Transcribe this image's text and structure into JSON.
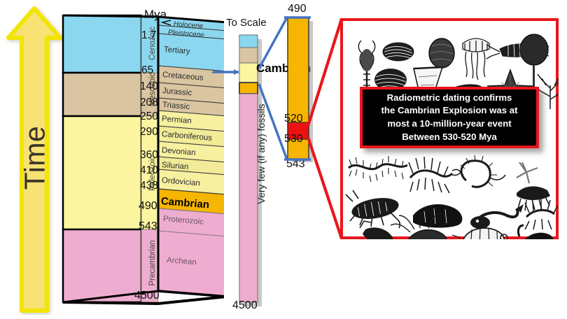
{
  "time_axis": {
    "label": "Time",
    "arrow_color": "#F5E36B",
    "direction": "upward"
  },
  "mya_header": "Mya",
  "main_column": {
    "eras": [
      {
        "name": "Cenozoic",
        "color": "#8BD7F0",
        "top_mya": 0,
        "base_mya": 65
      },
      {
        "name": "Mesozoic",
        "color": "#DAC5A2",
        "top_mya": 65,
        "base_mya": 250
      },
      {
        "name": "Paleozoic",
        "color": "#FBF5A0",
        "top_mya": 250,
        "base_mya": 543
      },
      {
        "name": "Precambrian",
        "color": "#EEADD0",
        "top_mya": 543,
        "base_mya": 4500
      }
    ],
    "periods": [
      {
        "name": "Holocene",
        "style": "italic-small"
      },
      {
        "name": "Pleistocene",
        "style": "italic-small"
      },
      {
        "name": "Tertiary",
        "style": "normal"
      },
      {
        "name": "Cretaceous",
        "style": "normal"
      },
      {
        "name": "Jurassic",
        "style": "normal"
      },
      {
        "name": "Triassic",
        "style": "normal"
      },
      {
        "name": "Permian",
        "style": "normal"
      },
      {
        "name": "Carboniferous",
        "style": "normal"
      },
      {
        "name": "Devonian",
        "style": "normal"
      },
      {
        "name": "Silurian",
        "style": "normal"
      },
      {
        "name": "Ordovician",
        "style": "normal"
      },
      {
        "name": "Cambrian",
        "style": "bold-highlight"
      },
      {
        "name": "Proterozoic",
        "style": "normal"
      },
      {
        "name": "Archean",
        "style": "normal"
      }
    ],
    "tick_values": [
      "1.7",
      "65",
      "140",
      "208",
      "250",
      "290",
      "360",
      "410",
      "438",
      "490",
      "543",
      "4500"
    ],
    "highlight_tick": "490",
    "cambrian_band_color": "#F5B500"
  },
  "to_scale_column": {
    "title": "To Scale",
    "vertical_label": "Very few (if any) fossils",
    "bottom_value": "4500",
    "segments": [
      {
        "name": "Cenozoic",
        "color": "#8BD7F0"
      },
      {
        "name": "Mesozoic",
        "color": "#DAC5A2"
      },
      {
        "name": "Paleozoic",
        "color": "#FBF5A0"
      },
      {
        "name": "Cambrian",
        "color": "#F5B500"
      },
      {
        "name": "Precambrian",
        "color": "#EEADD0"
      }
    ]
  },
  "detail_column": {
    "label": "Cambrian",
    "color": "#F5B500",
    "explosion_band_color": "#EE1111",
    "top_value": "490",
    "explosion_top": "520",
    "explosion_bottom": "530",
    "bottom_value": "543"
  },
  "callout": {
    "border_color": "#E8171C",
    "background": "#000000",
    "text_color": "#FFFFFF",
    "lines": [
      "Radiometric dating confirms",
      "the Cambrian Explosion was at",
      "most a 10-million-year event",
      "Between 530-520 Mya"
    ]
  },
  "fossil_panel": {
    "border_color": "#E8171C",
    "background": "#FFFFFF",
    "description": "Black and white line drawings of Cambrian fauna: trilobites, brachiopods, anomalocaris, hallucigenia, opabinia, wiwaxia, jellyfish, sea stars, sponges, worms, corals"
  },
  "connector_color": "#4472C4"
}
